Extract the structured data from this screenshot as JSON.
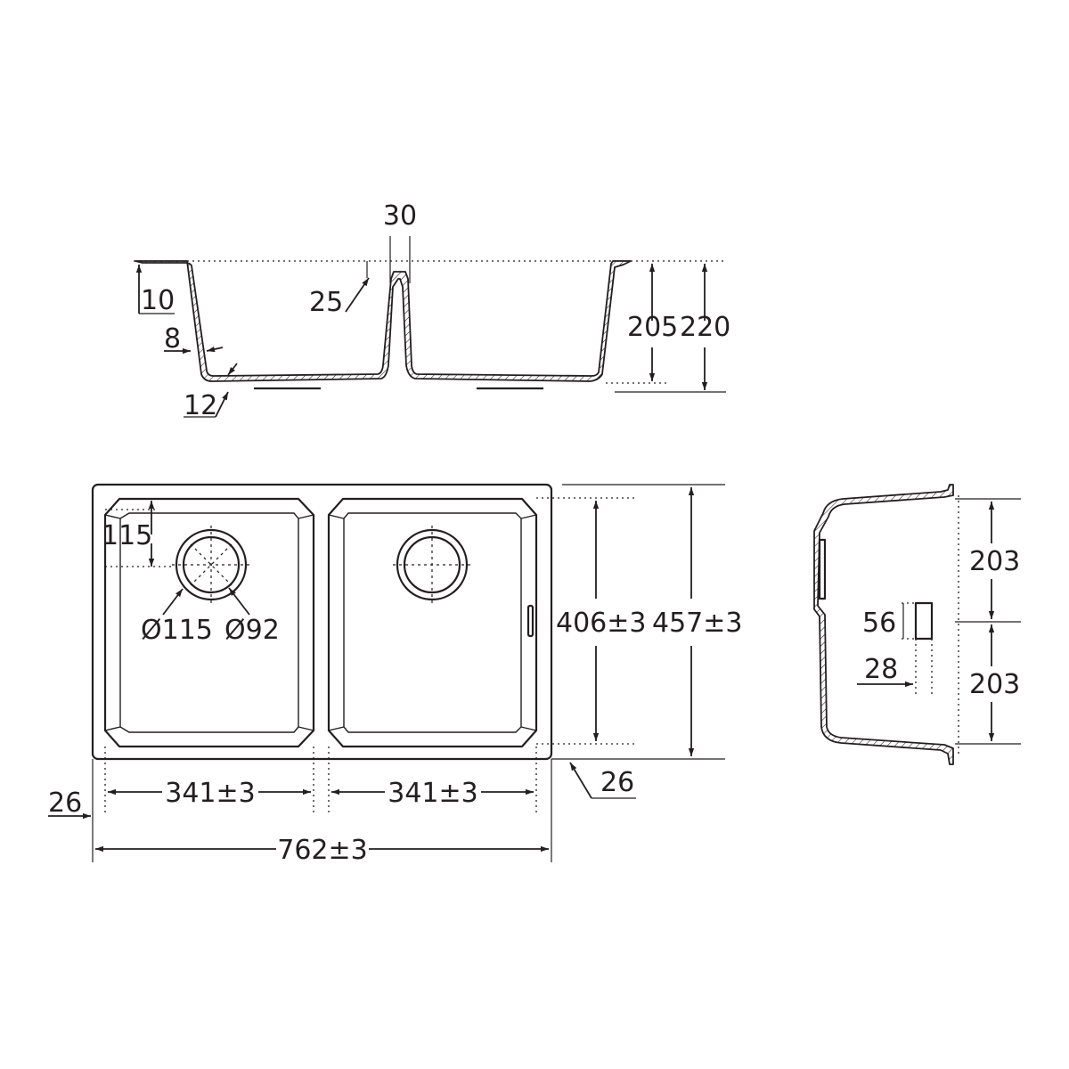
{
  "section_view": {
    "top_width": "30",
    "rim_thickness": "10",
    "divider_offset": "25",
    "wall_thickness": "8",
    "bottom_thickness": "12",
    "inner_depth": "205",
    "total_depth": "220"
  },
  "plan_view": {
    "drain_offset": "115",
    "drain_outer_diameter": "Ø115",
    "drain_inner_diameter": "Ø92",
    "bowl_depth": "406±3",
    "overall_depth": "457±3",
    "rim_offset_right": "26",
    "rim_offset_left": "26",
    "bowl_width_left": "341±3",
    "bowl_width_right": "341±3",
    "overall_width": "762±3"
  },
  "side_view": {
    "upper_half": "203",
    "lower_half": "203",
    "overflow_height": "56",
    "overflow_width": "28"
  }
}
